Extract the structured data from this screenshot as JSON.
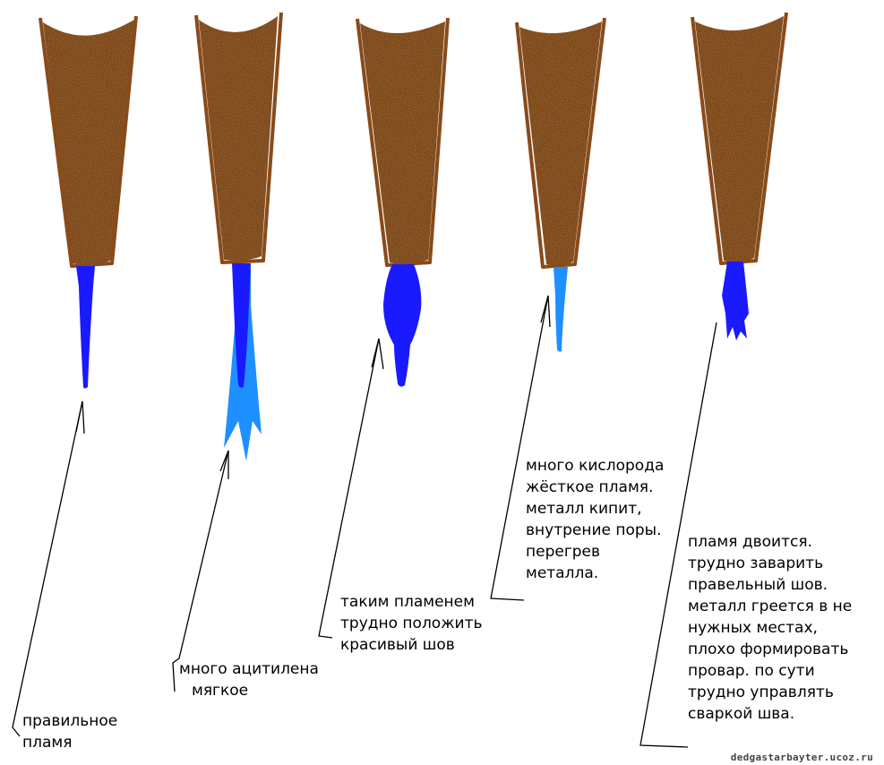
{
  "colors": {
    "nozzle_fill": "#7a4518",
    "nozzle_outline": "#8a4a1a",
    "inner_flame": "#1a1aff",
    "outer_flame": "#1e90ff",
    "leader": "#000000"
  },
  "nozzles": [
    {
      "id": "normal",
      "label_lines": [
        "правильное",
        "пламя"
      ]
    },
    {
      "id": "acetylene-excess",
      "label_lines": [
        "много ацитилена",
        "мягкое"
      ]
    },
    {
      "id": "hard-to-weld",
      "label_lines": [
        "таким пламенем",
        "трудно положить",
        "красивый шов"
      ]
    },
    {
      "id": "oxygen-excess",
      "label_lines": [
        "много кислорода",
        "жёсткое пламя.",
        "металл кипит,",
        "внутрение поры.",
        "перегрев",
        "металла."
      ]
    },
    {
      "id": "split-flame",
      "label_lines": [
        "пламя двоится.",
        "трудно заварить",
        "правельный шов.",
        "металл греется в не",
        "нужных местах,",
        "плохо формировать",
        "провар. по сути",
        "трудно управлять",
        "сваркой шва."
      ]
    }
  ],
  "watermark": "dedgastarbayter.ucoz.ru"
}
